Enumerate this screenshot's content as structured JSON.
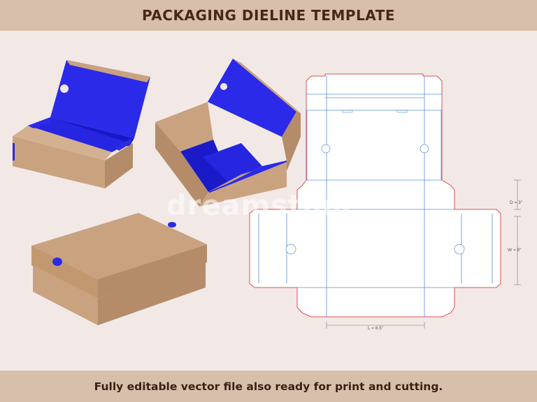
{
  "header": {
    "title": "PACKAGING DIELINE TEMPLATE"
  },
  "footer": {
    "caption": "Fully editable vector file also ready for print and cutting."
  },
  "dieline": {
    "depth_label": "D = 3\"",
    "width_label": "W = 6\"",
    "length_label": "L = 8.5\""
  },
  "watermark": "dreamstime",
  "colors": {
    "banner": "#d8bfab",
    "title_text": "#4a2718",
    "background": "#f2e9e7",
    "cardboard": "#c9a280",
    "cardboard_dark": "#b48c69",
    "inner_blue": "#2222ee",
    "cut_line": "#e05050",
    "fold_line": "#5a8fd8"
  },
  "icons": [
    "open-box-front-image",
    "open-box-angled-image",
    "closed-box-image",
    "dieline-diagram"
  ]
}
